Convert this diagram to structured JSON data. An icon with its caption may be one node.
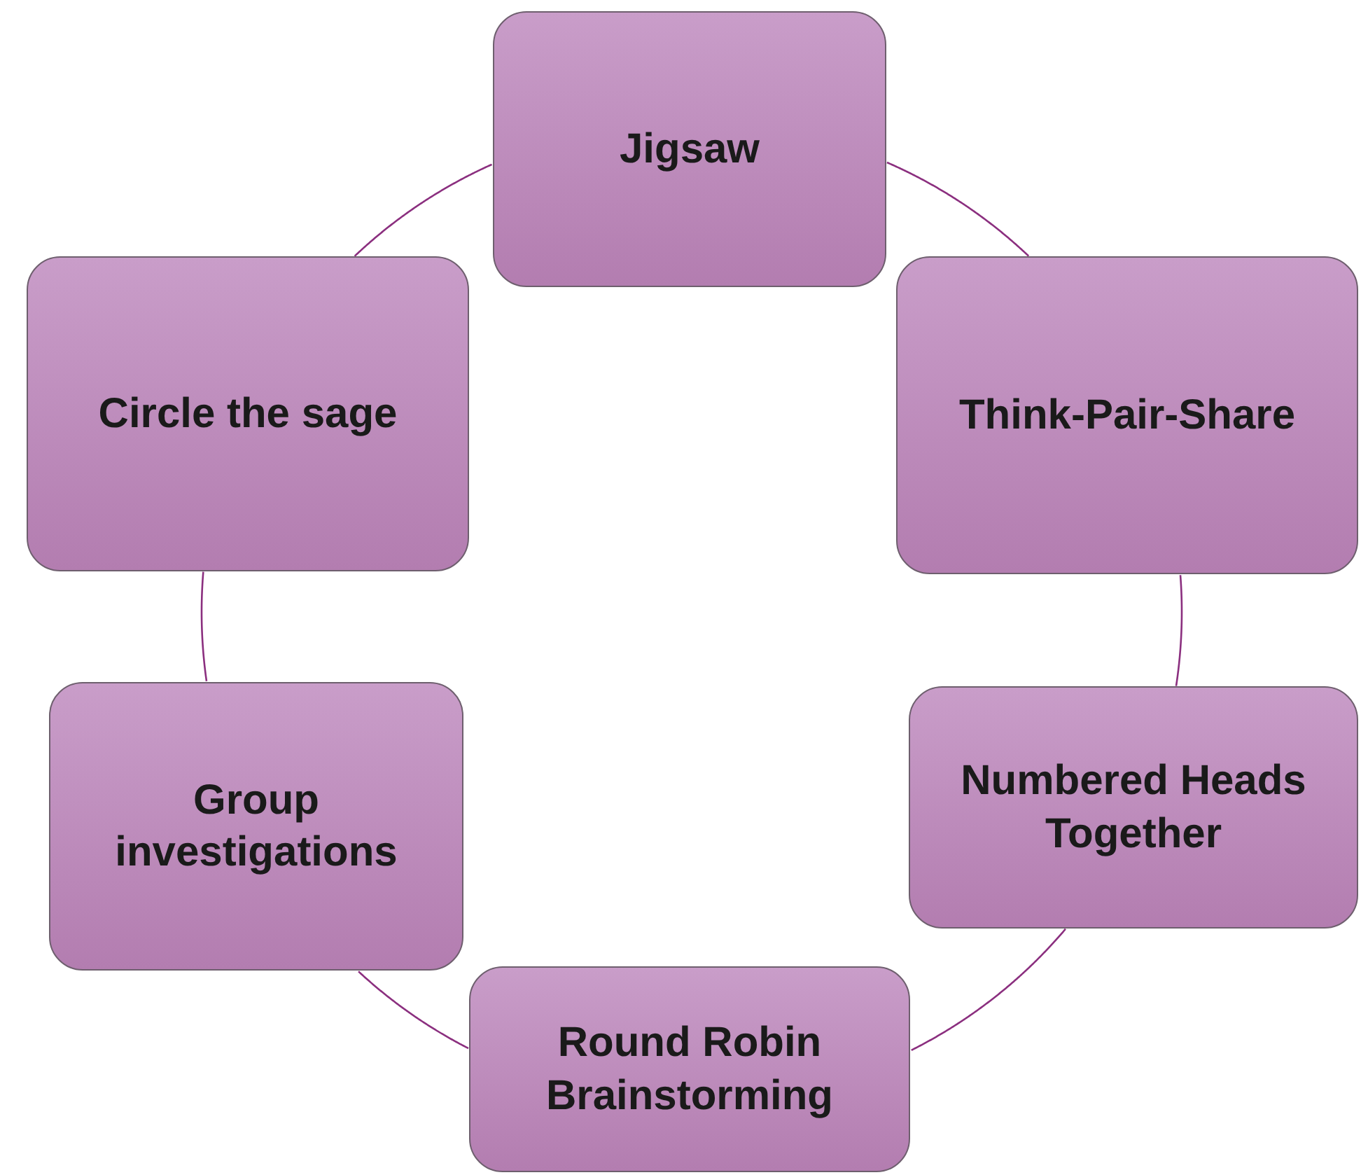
{
  "diagram": {
    "nodes": [
      {
        "text": [
          "Jigsaw"
        ]
      },
      {
        "text": [
          "Think-Pair-Share"
        ]
      },
      {
        "text": [
          "Numbered Heads Together"
        ]
      },
      {
        "text": [
          "Round Robin Brainstorming"
        ]
      },
      {
        "text": [
          "Group investigations"
        ]
      },
      {
        "text": [
          "Circle the sage"
        ]
      }
    ],
    "edges": [
      {
        "from": 0,
        "to": 1,
        "arrow": "none"
      },
      {
        "from": 1,
        "to": 2,
        "arrow": "none"
      },
      {
        "from": 2,
        "to": 3,
        "arrow": "none"
      },
      {
        "from": 3,
        "to": 4,
        "arrow": "none"
      },
      {
        "from": 4,
        "to": 5,
        "arrow": "none"
      },
      {
        "from": 5,
        "to": 0,
        "arrow": "none"
      }
    ]
  }
}
